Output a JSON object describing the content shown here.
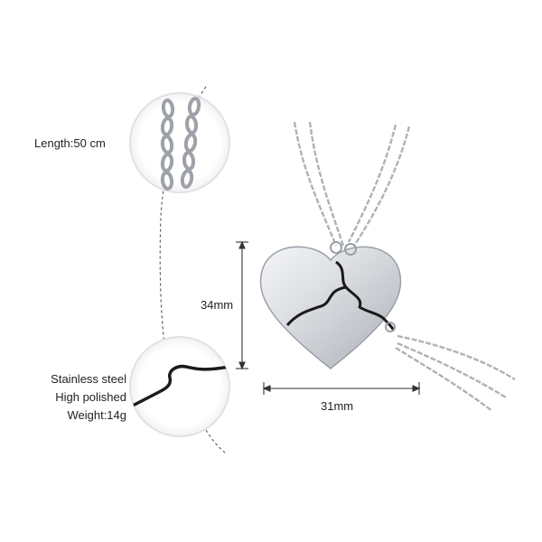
{
  "specs": {
    "length": "Length:50 cm",
    "material": "Stainless steel",
    "finish": "High polished",
    "weight": "Weight:14g"
  },
  "dimensions": {
    "height": "34mm",
    "width": "31mm"
  },
  "icons": {
    "chain_detail": "chain-closeup-icon",
    "pendant_detail": "puzzle-edge-closeup-icon",
    "product": "heart-puzzle-pendant-icon"
  },
  "colors": {
    "text": "#222222",
    "steel": "#b9bcc1",
    "circle_border": "#e3e3e3",
    "dim_line": "#333333"
  }
}
